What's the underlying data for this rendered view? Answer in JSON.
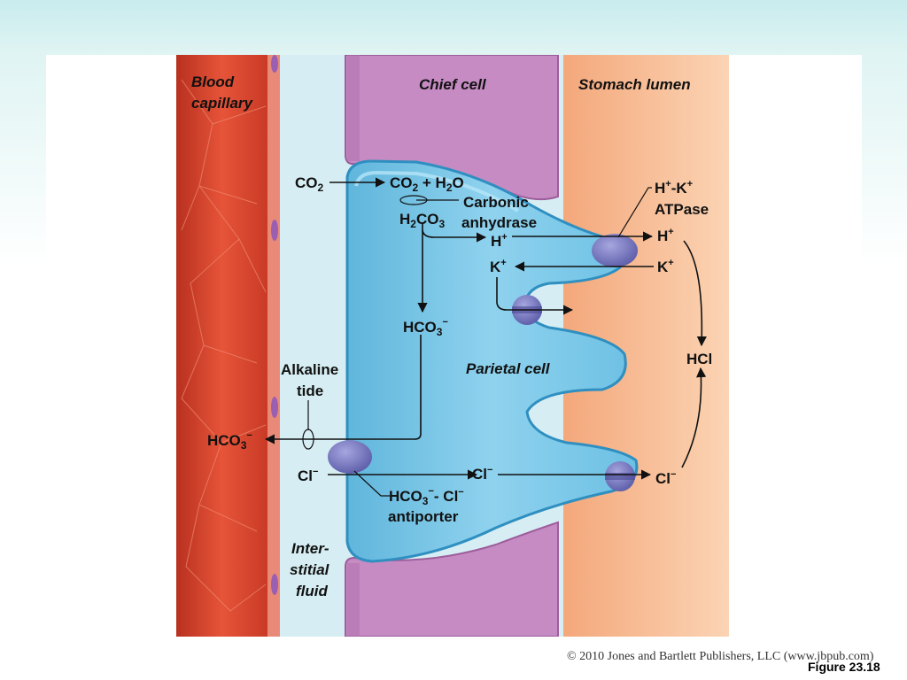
{
  "labels": {
    "blood_capillary_1": "Blood",
    "blood_capillary_2": "capillary",
    "chief_cell": "Chief cell",
    "stomach_lumen": "Stomach lumen",
    "parietal_cell": "Parietal cell",
    "alkaline_tide_1": "Alkaline",
    "alkaline_tide_2": "tide",
    "interstitial_1": "Inter-",
    "interstitial_2": "stitial",
    "interstitial_3": "fluid",
    "carbonic_anhydrase_1": "Carbonic",
    "carbonic_anhydrase_2": "anhydrase",
    "atpase_1a": "H",
    "atpase_1b": "+",
    "atpase_1c": "-K",
    "atpase_1d": "+",
    "atpase_2": "ATPase",
    "antiporter_2": "antiporter",
    "hcl": "HCl"
  },
  "chem": {
    "co2": "CO",
    "two": "2",
    "plus_h2o_a": " + H",
    "o": "O",
    "h": "H",
    "co": "CO",
    "three": "3",
    "hco": "HCO",
    "plus": "+",
    "minus": "−",
    "k": "K",
    "cl": "Cl",
    "dash_cl": "- Cl"
  },
  "footer": {
    "credit": "© 2010 Jones and Bartlett Publishers, LLC (www.jbpub.com)",
    "figure_number": "Figure 23.18"
  },
  "colors": {
    "blood": "#d8432e",
    "interstitial": "#d4ecf0",
    "chief_cell": "#c589c2",
    "lumen": "#f6b98c",
    "parietal_cell": "#7dc8e6",
    "protein": "#7c7cc0"
  }
}
